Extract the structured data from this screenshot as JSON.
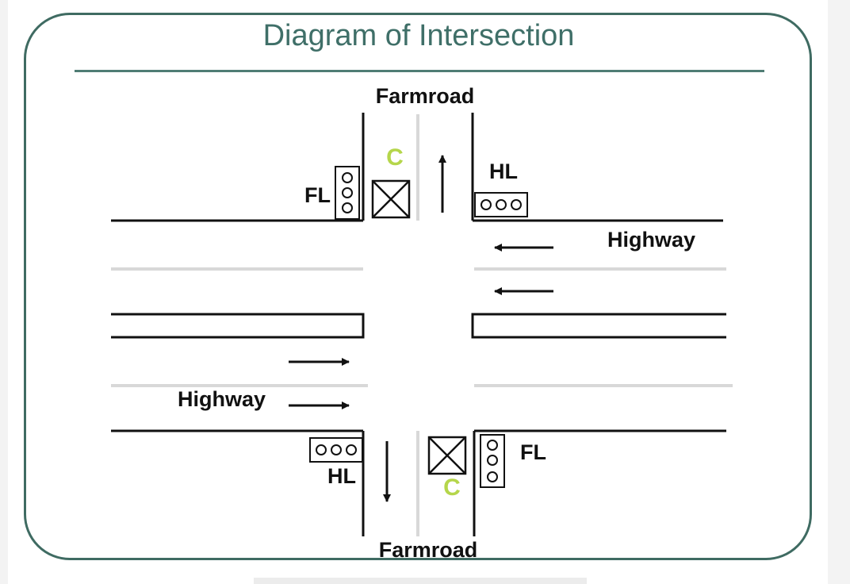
{
  "title": "Diagram of Intersection",
  "labels": {
    "farmroad_top": "Farmroad",
    "farmroad_bottom": "Farmroad",
    "highway_right": "Highway",
    "highway_left": "Highway",
    "hl_top": "HL",
    "hl_bottom": "HL",
    "fl_top": "FL",
    "fl_bottom": "FL",
    "c_top": "C",
    "c_bottom": "C"
  },
  "colors": {
    "frame": "#3f6b62",
    "title": "#3f6f68",
    "c_marker": "#b5d64b",
    "line": "#111111",
    "lane_divider": "#d8d8d8"
  },
  "icons": {
    "traffic_light": "traffic-light-icon",
    "sensor_box": "crossed-box-icon",
    "arrow": "direction-arrow-icon"
  }
}
